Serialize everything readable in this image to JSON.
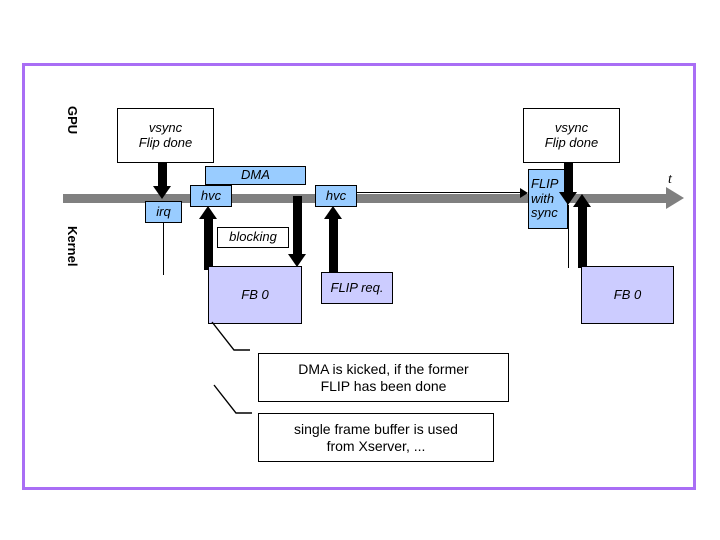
{
  "diagram": {
    "title": "GPU / Kernel vsync flip timing diagram",
    "colors": {
      "frame": "#a96ef5",
      "axis": "#808080",
      "blue_box": "#99ccff",
      "lavender_box": "#ccccff",
      "white_box": "#ffffff",
      "stroke": "#000000"
    },
    "lanes": [
      {
        "name": "gpu",
        "label": "GPU"
      },
      {
        "name": "kernel",
        "label": "Kernel"
      }
    ],
    "axis": {
      "label": "t",
      "direction": "left-to-right",
      "description": "time axis"
    },
    "gpu_events": [
      {
        "name": "vsync-flip-done-left",
        "line1": "vsync",
        "line2": "Flip done"
      },
      {
        "name": "vsync-flip-done-right",
        "line1": "vsync",
        "line2": "Flip done"
      }
    ],
    "boxes": [
      {
        "name": "irq-box",
        "label": "irq",
        "color": "blue"
      },
      {
        "name": "hvc-box-1",
        "label": "hvc",
        "color": "blue"
      },
      {
        "name": "dma-box",
        "label": "DMA",
        "color": "blue"
      },
      {
        "name": "hvc-box-2",
        "label": "hvc",
        "color": "blue"
      },
      {
        "name": "flip-with-sync-box",
        "label": "FLIP with sync",
        "line1": "FLIP",
        "line2": "with",
        "line3": "sync",
        "color": "blue"
      },
      {
        "name": "blocking-box",
        "label": "blocking",
        "color": "white"
      },
      {
        "name": "fb0-box-left",
        "label": "FB 0",
        "color": "lavender"
      },
      {
        "name": "flip-req-box",
        "label": "FLIP req.",
        "color": "lavender"
      },
      {
        "name": "fb0-box-right",
        "label": "FB 0",
        "color": "lavender"
      }
    ],
    "callouts": [
      {
        "name": "callout-dma-kicked",
        "line1": "DMA is kicked, if the former",
        "line2": "FLIP has been done"
      },
      {
        "name": "callout-single-fb",
        "line1": "single frame buffer is used",
        "line2": "from Xserver, ..."
      }
    ]
  }
}
